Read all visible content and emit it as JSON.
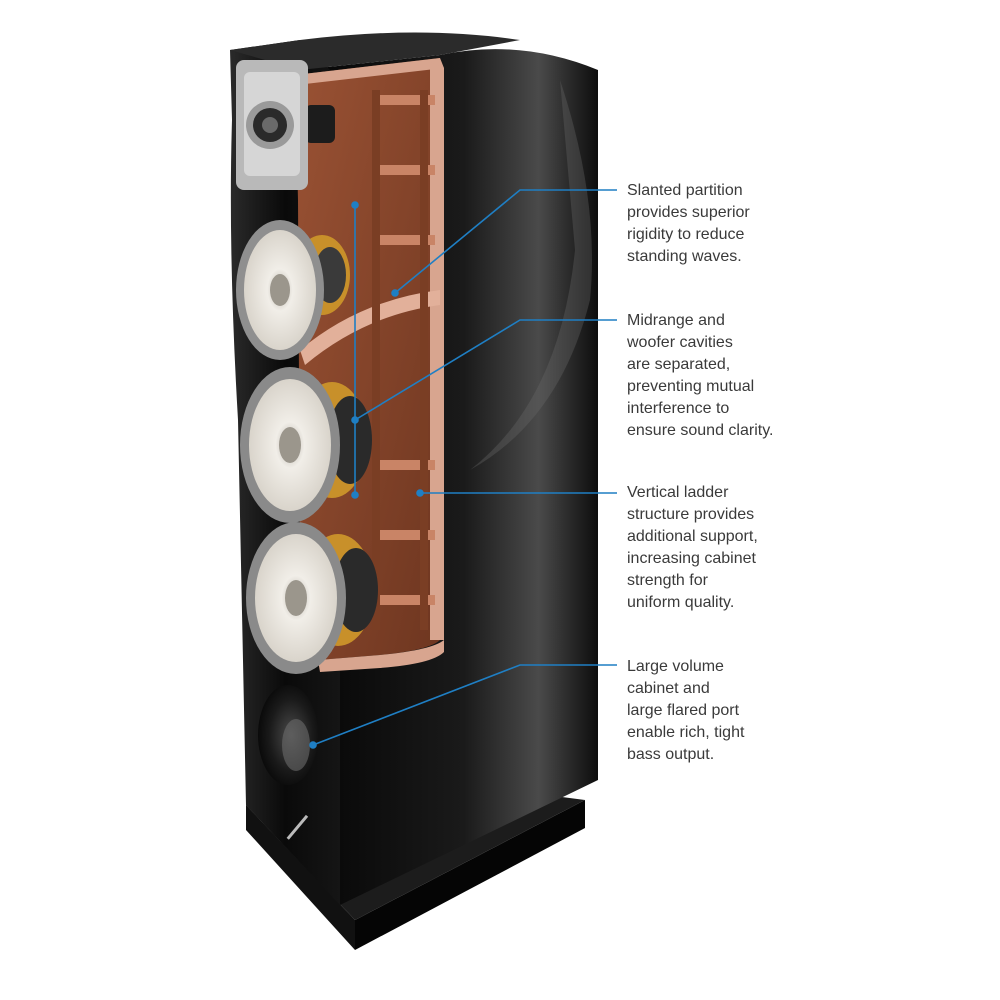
{
  "callouts": [
    {
      "lines": [
        "Slanted partition",
        "provides superior",
        "rigidity to reduce",
        "standing waves."
      ]
    },
    {
      "lines": [
        "Midrange and",
        "woofer cavities",
        "are separated,",
        "preventing mutual",
        "interference to",
        "ensure sound clarity."
      ]
    },
    {
      "lines": [
        "Vertical ladder",
        "structure provides",
        "additional support,",
        "increasing cabinet",
        "strength for",
        "uniform quality."
      ]
    },
    {
      "lines": [
        "Large volume",
        "cabinet and",
        "large flared port",
        "enable rich, tight",
        "bass output."
      ]
    }
  ],
  "colors": {
    "background": "#ffffff",
    "cabinet": "#0b0b0b",
    "cabinet_highlight": "#3a3a3a",
    "interior_wood": "#8a4a2e",
    "interior_panel": "#d8a58f",
    "leader_line": "#1f7fc4",
    "driver_cone": "#e6e2da",
    "driver_basket": "#c8902a",
    "text": "#3a3a3a"
  },
  "icons": {
    "tweeter": "tweeter-icon",
    "midrange": "midrange-driver-icon",
    "woofer": "woofer-driver-icon",
    "port": "bass-port-icon"
  }
}
